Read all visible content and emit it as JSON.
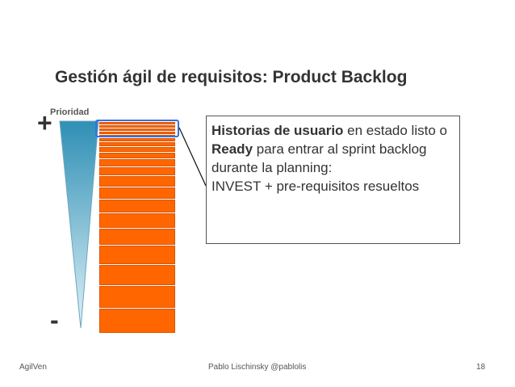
{
  "slide": {
    "title": "Gestión ágil de requisitos: Product Backlog",
    "priority_label": "Prioridad",
    "plus_symbol": "+",
    "minus_symbol": "-"
  },
  "callout": {
    "part1_bold": "Historias de usuario",
    "part2": " en estado listo o ",
    "part3_bold": "Ready",
    "part4": " para entrar al sprint backlog durante la planning:",
    "part5": "INVEST + pre-requisitos resueltos"
  },
  "backlog": {
    "item_count": 20,
    "ready_item_count": 4
  },
  "colors": {
    "item_fill": "#ff6600",
    "ready_highlight": "#3b6fe0",
    "triangle_top": "#2f8fb5",
    "triangle_bottom": "#dff1f7"
  },
  "footer": {
    "left": "AgilVen",
    "center": "Pablo Lischinsky @pablolis",
    "page_number": "18"
  }
}
